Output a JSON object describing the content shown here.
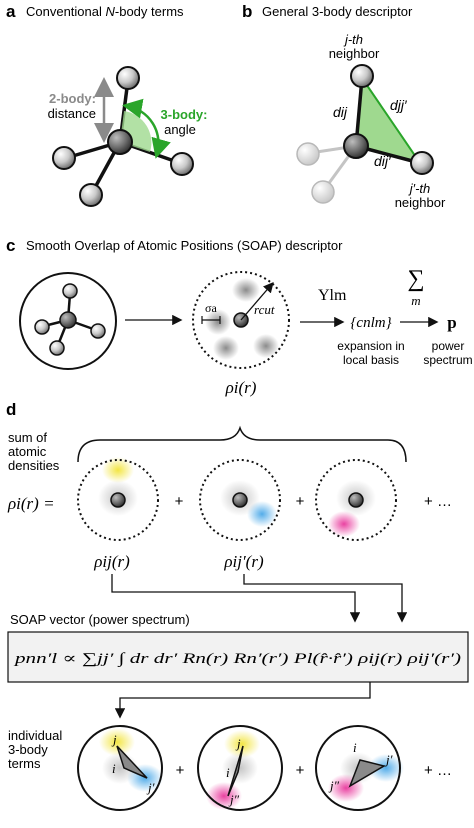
{
  "panel_a": {
    "letter": "a",
    "title_pre": "Conventional ",
    "title_italic": "N",
    "title_post": "-body terms",
    "two_body_bold": "2-body:",
    "two_body_text": "distance",
    "three_body_bold": "3-body:",
    "three_body_text": "angle"
  },
  "panel_b": {
    "letter": "b",
    "title": "General 3-body descriptor",
    "j_neighbor_1": "j-th",
    "j_neighbor_2": "neighbor",
    "jp_neighbor_1": "j′-th",
    "jp_neighbor_2": "neighbor",
    "d_ij": "dij",
    "d_jjp": "djj′",
    "d_ijp": "dij′"
  },
  "panel_c": {
    "letter": "c",
    "title": "Smooth Overlap of Atomic Positions (SOAP) descriptor",
    "sigma": "σa",
    "rcut": "rcut",
    "ylm": "Ylm",
    "cnlm": "{cnlm}",
    "expansion_1": "expansion in",
    "expansion_2": "local basis",
    "sum_symbol": "∑",
    "sum_index": "m",
    "p_bold": "p",
    "power_1": "power",
    "power_2": "spectrum",
    "rho_label": "ρi(r)"
  },
  "panel_d": {
    "letter": "d",
    "sum_of_1": "sum of",
    "sum_of_2": "atomic",
    "sum_of_3": "densities",
    "rho_eq": "ρi(r) =",
    "plus": "+",
    "ellipsis": "+ …",
    "rho_ij": "ρij(r)",
    "rho_ijp": "ρij′(r)",
    "soap_vector_label": "SOAP vector (power spectrum)",
    "formula": "pnn′l ∝ ∑jj′ ∫ dr dr′ Rn(r) Rn′(r′) Pl(r̂·r̂′) ρij(r) ρij′(r′)",
    "individual_1": "individual",
    "individual_2": "3-body",
    "individual_3": "terms",
    "t1_j": "j",
    "t1_i": "i",
    "t1_jp": "j′",
    "t2_j": "j",
    "t2_i": "i",
    "t2_jpp": "j″",
    "t3_i": "i",
    "t3_jp": "j′",
    "t3_jpp": "j″"
  },
  "colors": {
    "green": "#2aa52a",
    "green_fill": "#9fd98f",
    "yellow": "#f2e43a",
    "blue": "#4aa8e8",
    "magenta": "#e8389c",
    "gray_arrow": "#8a8a8a"
  }
}
